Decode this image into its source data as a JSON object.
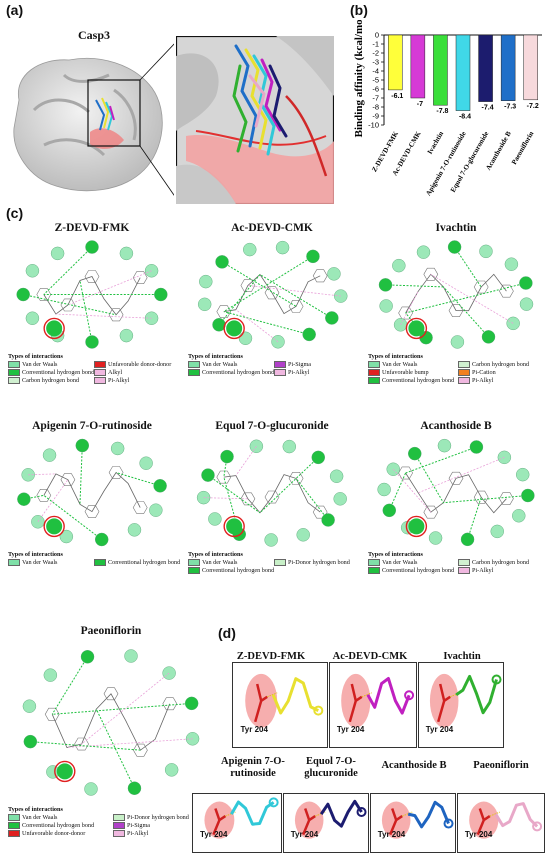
{
  "panel_labels": {
    "a": "(a)",
    "b": "(b)",
    "c": "(c)",
    "d": "(d)"
  },
  "panel_a": {
    "protein": "Casp3"
  },
  "chart_data": {
    "type": "bar",
    "ylabel": "Binding affinity (kcal/mol)",
    "ylim": [
      -10,
      0
    ],
    "yticks": [
      0,
      -1,
      -2,
      -3,
      -4,
      -5,
      -6,
      -7,
      -8,
      -9,
      -10
    ],
    "categories": [
      "Z-DEVD-FMK",
      "Ac-DEVD-CMK",
      "Ivachtin",
      "Apigenin 7-O-rutinoside",
      "Equol 7-O-glucuronide",
      "Acanthoside B",
      "Paeoniflorin"
    ],
    "values": [
      -6.1,
      -7,
      -7.8,
      -8.4,
      -7.4,
      -7.3,
      -7.2
    ],
    "data_labels": [
      "-6.1",
      "-7",
      "-7.8",
      "-8.4",
      "-7.4",
      "-7.3",
      "-7.2"
    ],
    "colors": [
      "#ffff3a",
      "#d63ad6",
      "#3adf3a",
      "#40d8e8",
      "#1c1c6e",
      "#1f6fc8",
      "#f7d9dc"
    ]
  },
  "panel_c": {
    "diagrams": [
      {
        "title": "Z-DEVD-FMK",
        "legend_title": "Types of interactions",
        "legend": [
          "Van der Waals",
          "Unfavorable donor-donor",
          "Conventional hydrogen bond",
          "Alkyl",
          "Carbon hydrogen bond",
          "Pi-Alkyl"
        ]
      },
      {
        "title": "Ac-DEVD-CMK",
        "legend_title": "Types of interactions",
        "legend": [
          "Van der Waals",
          "Pi-Sigma",
          "Conventional hydrogen bond",
          "Pi-Alkyl"
        ]
      },
      {
        "title": "Ivachtin",
        "legend_title": "Types of interactions",
        "legend": [
          "Van der Waals",
          "Carbon hydrogen bond",
          "Unfavorable bump",
          "Pi-Cation",
          "Conventional hydrogen bond",
          "Pi-Alkyl"
        ]
      },
      {
        "title": "Apigenin 7-O-rutinoside",
        "legend_title": "Types of interactions",
        "legend": [
          "Van der Waals",
          "Conventional hydrogen bond"
        ]
      },
      {
        "title": "Equol 7-O-glucuronide",
        "legend_title": "Types of interactions",
        "legend": [
          "Van der Waals",
          "Pi-Donor hydrogen bond",
          "Conventional hydrogen bond"
        ]
      },
      {
        "title": "Acanthoside B",
        "legend_title": "Types of interactions",
        "legend": [
          "Van der Waals",
          "Carbon hydrogen bond",
          "Conventional hydrogen bond",
          "Pi-Alkyl"
        ]
      },
      {
        "title": "Paeoniflorin",
        "legend_title": "Types of interactions",
        "legend": [
          "Van der Waals",
          "Pi-Donor hydrogen bond",
          "Conventional hydrogen bond",
          "Pi-Sigma",
          "Unfavorable donor-donor",
          "Pi-Alkyl"
        ]
      }
    ]
  },
  "panel_d": {
    "residue": "Tyr 204",
    "items": [
      {
        "title": "Z-DEVD-FMK",
        "color": "#e8e030"
      },
      {
        "title": "Ac-DEVD-CMK",
        "color": "#c020c0"
      },
      {
        "title": "Ivachtin",
        "color": "#30b030"
      },
      {
        "title": "Apigenin 7-O-rutinoside",
        "color": "#30c8d8"
      },
      {
        "title": "Equol 7-O-glucuronide",
        "color": "#1c1c70"
      },
      {
        "title": "Acanthoside B",
        "color": "#1e64c0"
      },
      {
        "title": "Paeoniflorin",
        "color": "#e8a8c8"
      }
    ]
  }
}
